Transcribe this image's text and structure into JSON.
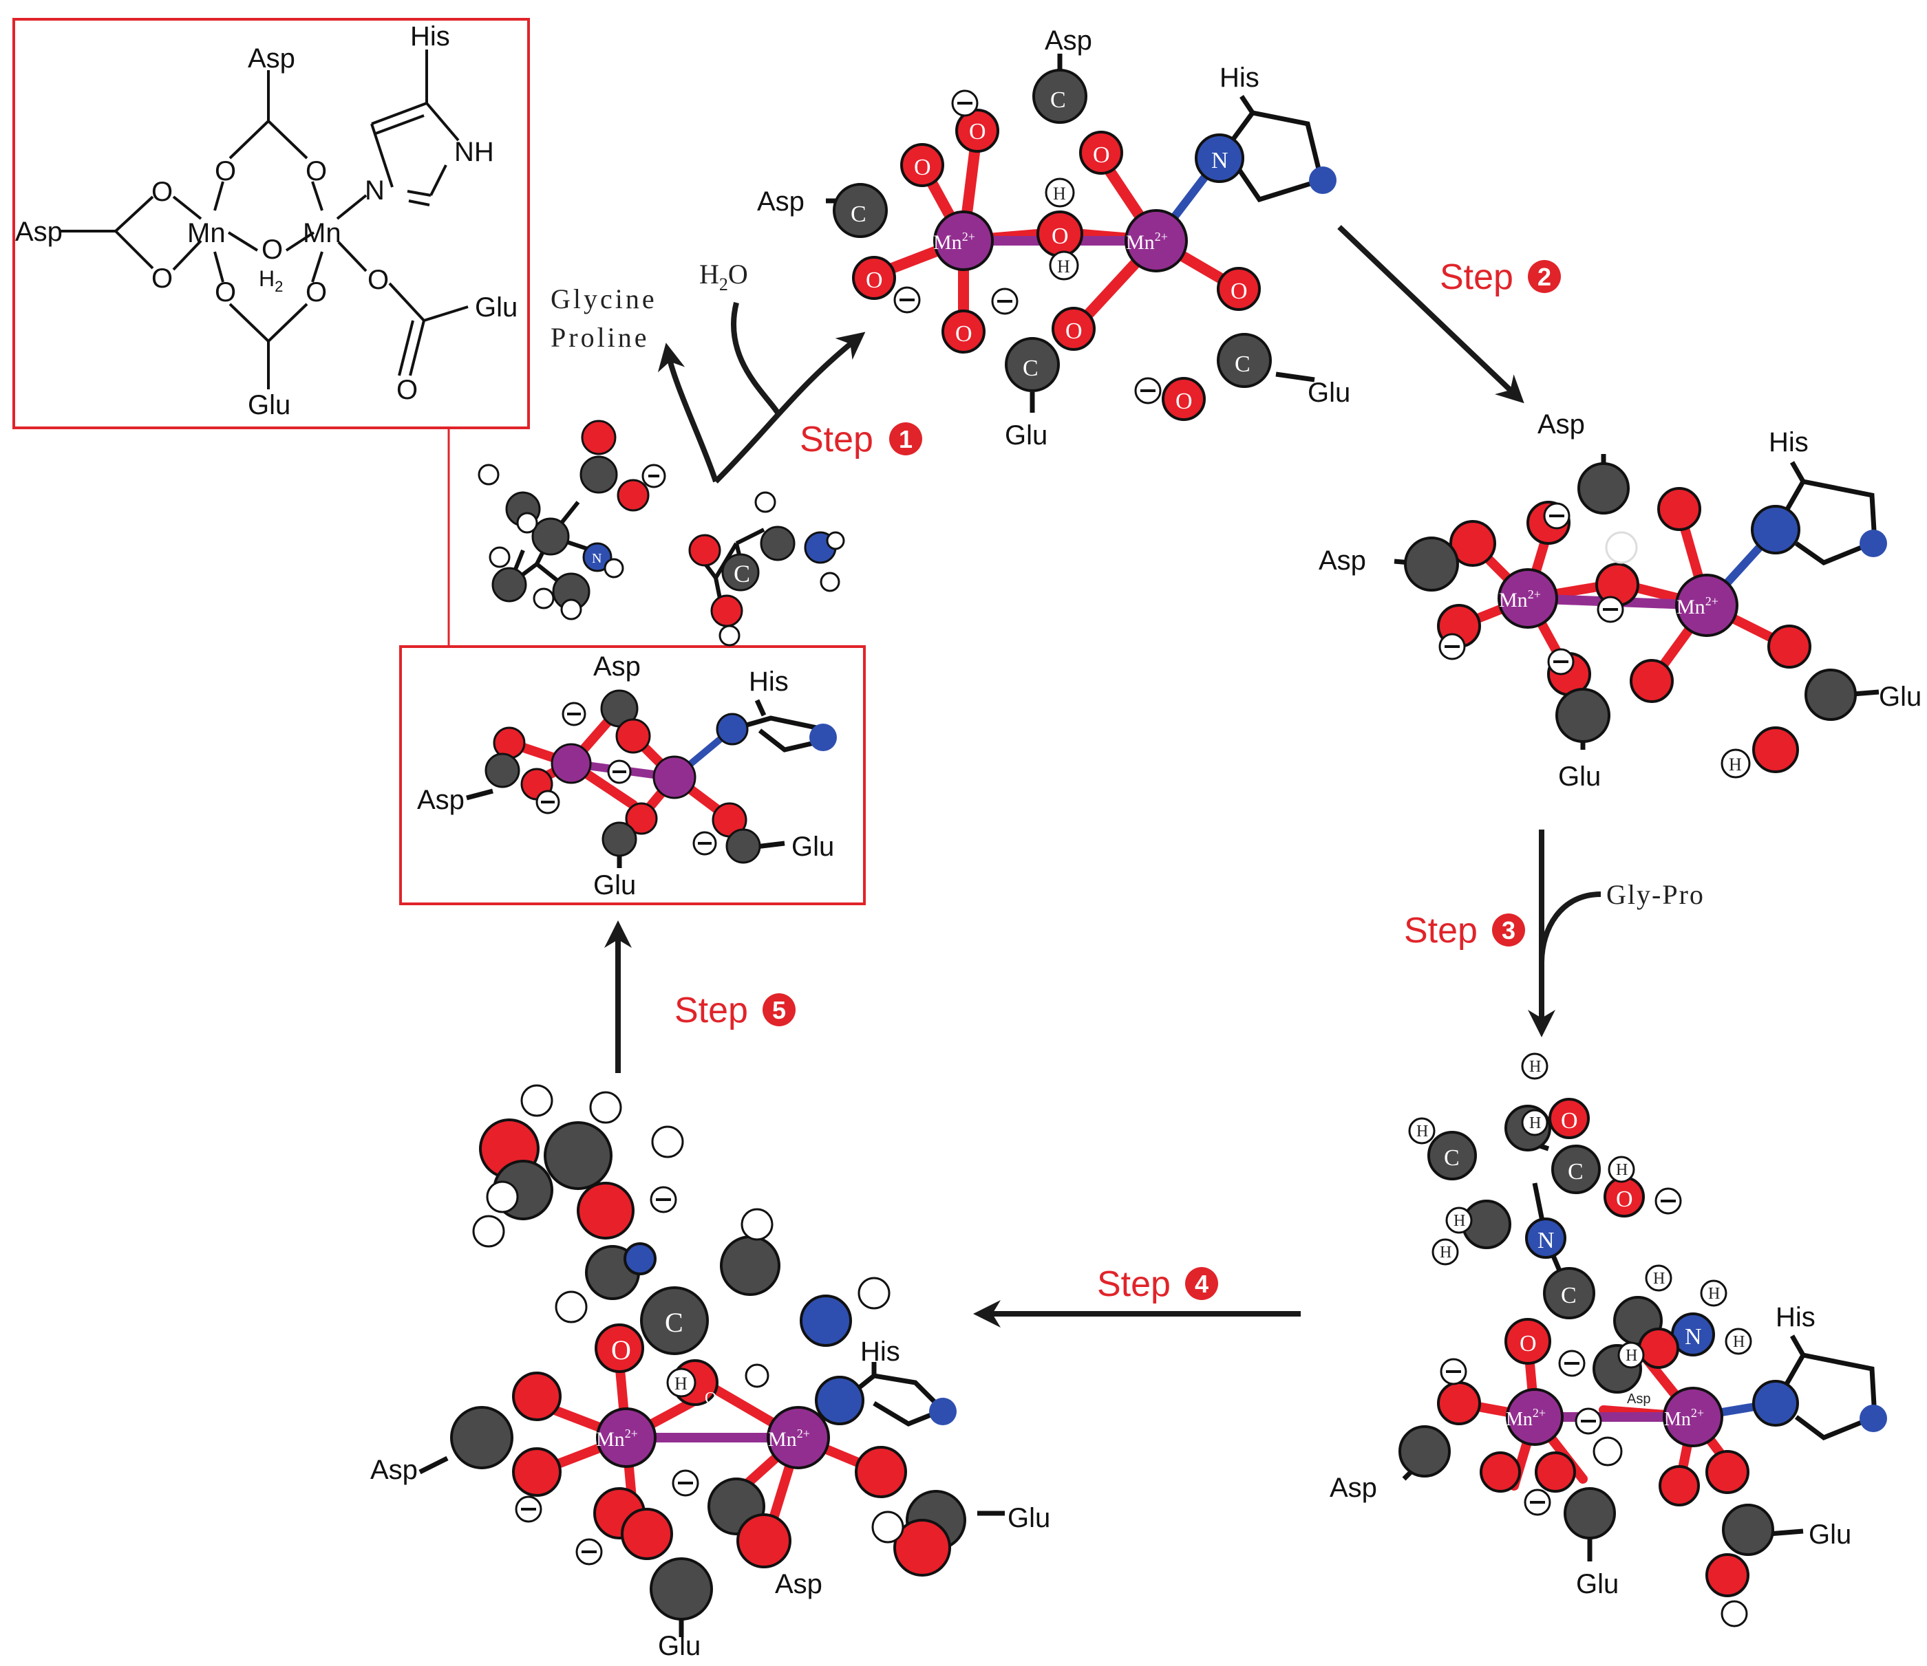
{
  "labels": {
    "asp": "Asp",
    "his": "His",
    "glu": "Glu",
    "mn": "Mn",
    "mn2plus": "Mn2+",
    "mn_base": "Mn",
    "mn_sup": "2+",
    "o": "O",
    "h": "H",
    "n": "N",
    "c": "C",
    "nh": "NH",
    "h2": "H2",
    "h2_base": "H",
    "h2_sub": "2",
    "water": "H2O",
    "water_h": "H",
    "water_sub": "2",
    "water_o": "O",
    "glycine": "Glycine",
    "proline": "Proline",
    "glypro": "Gly-Pro",
    "minus": "−"
  },
  "steps": [
    {
      "label": "Step",
      "num": "1"
    },
    {
      "label": "Step",
      "num": "2"
    },
    {
      "label": "Step",
      "num": "3"
    },
    {
      "label": "Step",
      "num": "4"
    },
    {
      "label": "Step",
      "num": "5"
    }
  ],
  "colors": {
    "oxygen": "#e8202a",
    "carbon": "#4a4a4a",
    "nitrogen": "#2e4fb0",
    "manganese": "#932e91",
    "hydrogen": "#ffffff",
    "arrow": "#1a1a1a",
    "frame": "#e0242a",
    "step_text": "#e0242a"
  }
}
